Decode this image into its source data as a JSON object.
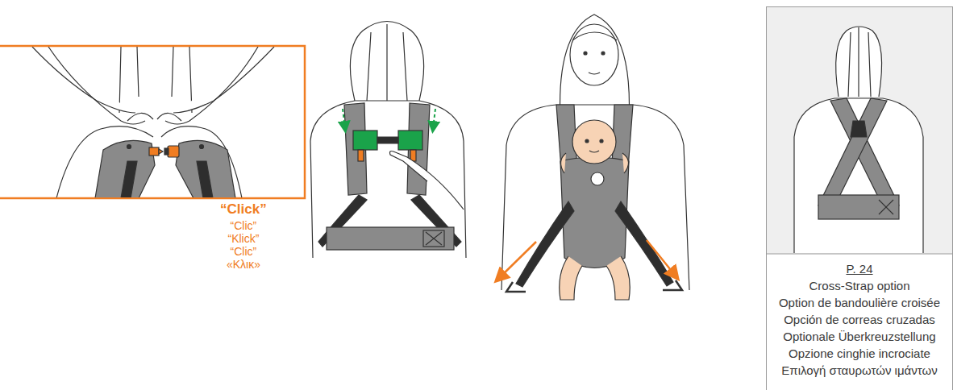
{
  "diagram": {
    "nodes": [
      {
        "text": [
          "P. 24",
          "Cross-Strap option",
          "Option de bandoulière croisée",
          "Opción de correas cruzadas",
          "Optionale Überkreuzstellung",
          "Opzione cinghie incrociate",
          "Επιλογή σταυρωτών ιμάντων"
        ]
      }
    ],
    "labels": [
      "“Click”",
      "“Clic”",
      "“Klick”",
      "“Clic”",
      "«Κλικ»"
    ]
  }
}
